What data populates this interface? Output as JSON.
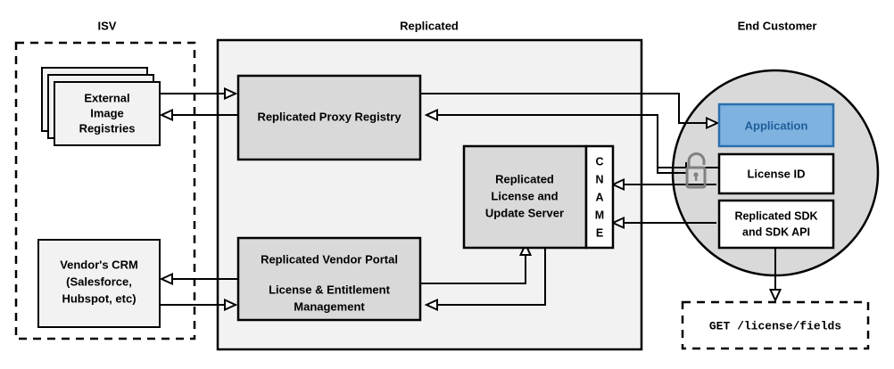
{
  "diagram": {
    "title_zones": [
      {
        "id": "isv",
        "label": "ISV"
      },
      {
        "id": "replicated",
        "label": "Replicated"
      },
      {
        "id": "end_customer",
        "label": "End Customer"
      }
    ],
    "colors": {
      "container_fill": "#f2f2f2",
      "box_fill": "#d9d9d9",
      "light_box_fill": "#f2f2f2",
      "white_fill": "#ffffff",
      "circle_fill": "#d9d9d9",
      "application_fill": "#7eb3e0",
      "application_stroke": "#2a6fae",
      "application_text": "#1f5c99",
      "stroke": "#000000",
      "lock": "#808080"
    },
    "isv": {
      "external_registries": {
        "label_lines": [
          "External",
          "Image",
          "Registries"
        ],
        "stacked": true,
        "stack_count": 3
      },
      "vendor_crm": {
        "label_lines": [
          "Vendor's CRM",
          "(Salesforce,",
          "Hubspot, etc)"
        ]
      }
    },
    "replicated": {
      "proxy_registry": {
        "label_lines": [
          "Replicated Proxy Registry"
        ]
      },
      "license_update_server": {
        "label_lines": [
          "Replicated",
          "License and",
          "Update Server"
        ]
      },
      "cname": {
        "letters": [
          "C",
          "N",
          "A",
          "M",
          "E"
        ],
        "label": "CNAME"
      },
      "vendor_portal": {
        "label_lines": [
          "Replicated Vendor Portal",
          "License & Entitlement",
          "Management"
        ]
      }
    },
    "end_customer": {
      "application": {
        "label_lines": [
          "Application"
        ]
      },
      "license_id": {
        "label_lines": [
          "License ID"
        ]
      },
      "sdk": {
        "label_lines": [
          "Replicated SDK",
          "and SDK API"
        ]
      },
      "lock_icon": {
        "name": "unlocked-padlock-icon"
      },
      "api_call": {
        "label": "GET /license/fields"
      }
    }
  }
}
